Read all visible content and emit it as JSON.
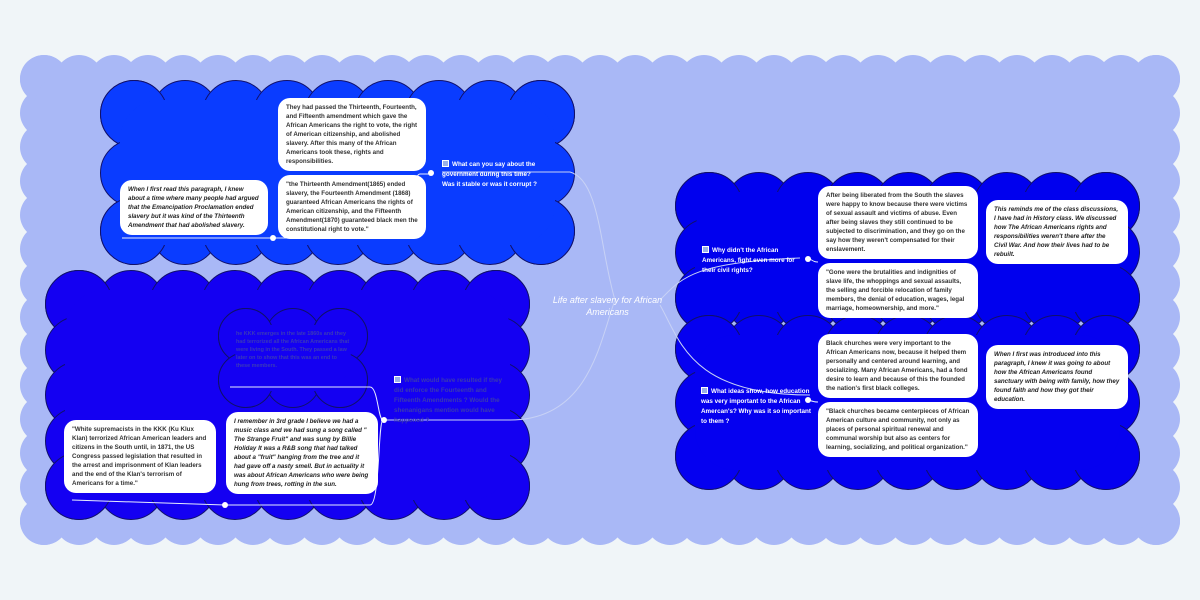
{
  "central_topic": "Life after slavery for African Americans",
  "branches": [
    {
      "question": "What can you say about the government during this time? Was it stable or was it corrupt ?",
      "cards": [
        "They had passed the Thirteenth, Fourteenth, and Fifteenth amendment which gave the African Americans the right to vote, the right of American citizenship, and abolished slavery. After this many of the African Americans took these, rights and responsibilities.",
        "\"the Thirteenth Amendment(1865) ended slavery, the Fourteenth Amendment (1868) guaranteed African Americans the rights of American citizenship, and the Fifteenth Amendment(1870) guaranteed black men the constitutional right to vote.\""
      ],
      "reflection": "When I first read this paragraph, I knew about a time where many people had argued that the Emancipation Proclamation ended slavery but it was kind of the Thirteenth Amendment that had abolished slavery."
    },
    {
      "question": "What would have resulted if they did enforce the Fourteenth and Fifteenth Amendments ? Would the shenanigans mention would have happened ?",
      "cloud_note": "he KKK emerges in the late 1860s and they had terrorized all the African Americans that were living in the South. They passed a law later on to show that this was an end to these members.",
      "cards": [
        "\"White supremacists in the KKK (Ku Klux Klan) terrorized African American leaders and citizens in the South until, in 1871, the US Congress passed legislation that resulted in the arrest and imprisonment of Klan leaders and the end of the Klan's terrorism of Americans for a time.\""
      ],
      "reflection": "I remember in 3rd grade I believe we had a music class and we had sung a song called \" The Strange Fruit\" and was sung by Billie Holiday It was a R&B song that had talked about a \"fruit\" hanging from the tree and it had gave off a nasty smell. But in actuality it was about African Americans who were being hung from trees, rotting in the sun."
    },
    {
      "question": "Why didn't the African Americans, fight even more for their civil rights?",
      "cards": [
        "After being liberated from the South the slaves were happy to know because there were victims of sexual assault and victims of abuse. Even after being slaves they still continued to be subjected to discrimination, and they go on the say how they weren't compensated for their enslavement.",
        "\"Gone were the brutalities and indignities of slave life, the whoppings and sexual assaults, the selling and forcible relocation of family members, the denial of education, wages, legal marriage, homeownership, and more.\""
      ],
      "reflection": "This reminds me of the class discussions, I have had in History class. We discussed how The African Americans rights and responsibilities weren't there after the Civil War. And how their lives had to be rebuilt."
    },
    {
      "question": "What ideas show, how education was very important to the African Amercan's? Why was it so important to them ?",
      "cards": [
        "Black churches were very important to the African Americans now, because it helped them personally and centered around learning, and socializing. Many African Americans, had a fond desire to learn and because of this the founded the nation's first black colleges.",
        "\"Black churches became centerpieces of African American culture and community, not only as places of personal spiritual renewal and communal worship but also as centers for learning, socializing, and political organization.\""
      ],
      "reflection": "When I first was introduced into this paragraph, I knew it was going to about how the African Americans found sanctuary with being with family, how they found faith and how they got their education."
    }
  ],
  "colors": {
    "background": "#f0f5f8",
    "outer_cloud": "#a9b8f6",
    "cloud_1": "#0a3cff",
    "cloud_2": "#1400f2",
    "cloud_3": "#0000ee"
  }
}
